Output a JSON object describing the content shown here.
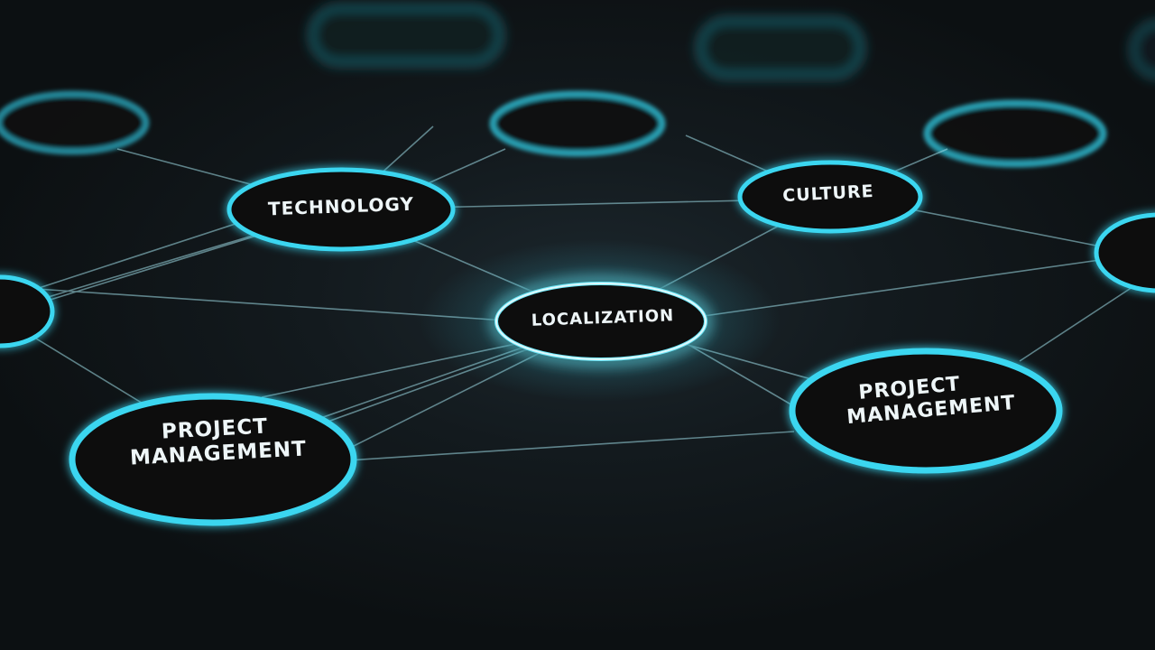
{
  "colors": {
    "background": "#0d1114",
    "node_glow": "#3ad6f0",
    "node_fill": "#0b0d0f",
    "link": "#9fdce6",
    "label": "#eef6f8"
  },
  "nodes": {
    "center": {
      "label": "LOCALIZATION"
    },
    "technology": {
      "label": "TECHNOLOGY"
    },
    "culture": {
      "label": "CULTURE"
    },
    "project_management_left": {
      "line1": "PROJECT",
      "line2": "MANAGEMENT"
    },
    "project_management_right": {
      "line1": "PROJECT",
      "line2": "MANAGEMENT"
    }
  }
}
